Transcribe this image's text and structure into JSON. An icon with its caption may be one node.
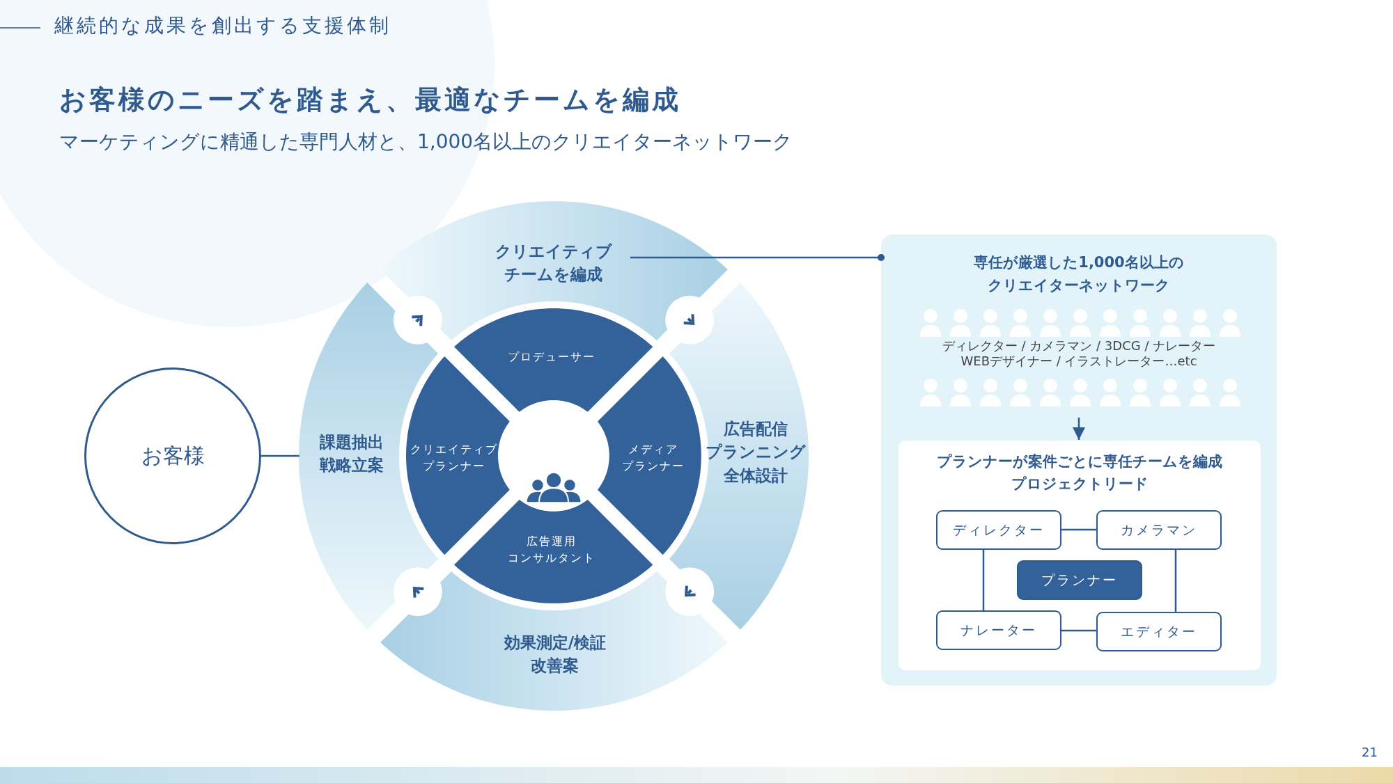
{
  "diagram": {
    "title": "お客様のニーズを踏まえ、最適なチームを編成",
    "nodes": [
      {
        "text": [
          "お客様"
        ]
      },
      {
        "text": [
          "課題抽出戦略立案"
        ]
      },
      {
        "text": [
          "クリエイティブチームを編成"
        ]
      },
      {
        "text": [
          "広告配信プランニング全体設計"
        ]
      },
      {
        "text": [
          "効果測定/検証改善案"
        ]
      },
      {
        "text": [
          "プロデューサー"
        ]
      },
      {
        "text": [
          "クリエイティブプランナー"
        ]
      },
      {
        "text": [
          "メディアプランナー"
        ]
      },
      {
        "text": [
          "広告運用コンサルタント"
        ]
      },
      {
        "text": [
          "専任が厳選した1,000名以上のクリエイターネットワーク",
          "ディレクター / カメラマン / 3DCG / ナレーター WEBデザイナー / イラストレーター…etc"
        ]
      },
      {
        "text": [
          "プランナーが案件ごとに専任チームを編成プロジェクトリード"
        ],
        "in": 9
      },
      {
        "text": [
          "ディレクター"
        ],
        "in": 10
      },
      {
        "text": [
          "カメラマン"
        ],
        "in": 10
      },
      {
        "text": [
          "プランナー"
        ],
        "in": 10
      },
      {
        "text": [
          "ナレーター"
        ],
        "in": 10
      },
      {
        "text": [
          "エディター"
        ],
        "in": 10
      }
    ],
    "edges": [
      {
        "from": 0,
        "to": 1,
        "arrow": "none"
      },
      {
        "from": 1,
        "to": 2,
        "arrow": "to"
      },
      {
        "from": 2,
        "to": 3,
        "arrow": "to"
      },
      {
        "from": 3,
        "to": 4,
        "arrow": "to"
      },
      {
        "from": 4,
        "to": 1,
        "arrow": "to"
      },
      {
        "from": 2,
        "to": 9,
        "arrow": "other"
      },
      {
        "from": null,
        "to": 10,
        "arrow": "to"
      },
      {
        "from": 11,
        "to": 12,
        "arrow": "none"
      },
      {
        "from": 11,
        "to": 14,
        "arrow": "none"
      },
      {
        "from": 12,
        "to": 15,
        "arrow": "none"
      },
      {
        "from": 14,
        "to": 15,
        "arrow": "none"
      }
    ],
    "labels": [
      "継続的な成果を創出する支援体制",
      "マーケティングに精通した専門人材と、1,000名以上のクリエイターネットワーク",
      "21"
    ]
  }
}
